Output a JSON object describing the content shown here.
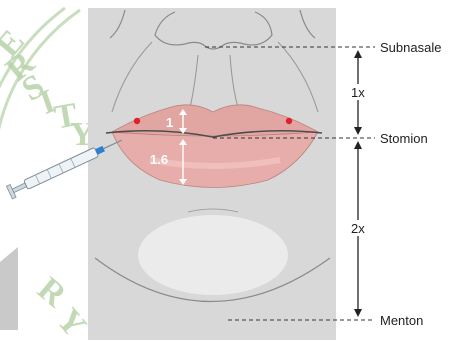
{
  "figure": {
    "watermark_letters": [
      "E",
      "R",
      "S",
      "I",
      "T",
      "Y",
      "R",
      "Y"
    ],
    "colors": {
      "panel": "#d9d9d9",
      "lips": "#e2a6a2",
      "lip_line": "#555555",
      "dot": "#e0202a",
      "measure": "#333333",
      "watermark": "#a9c99a"
    },
    "lip_ratio": {
      "upper": "1",
      "lower": "1.6"
    },
    "proportion": {
      "upper": "1x",
      "lower": "2x"
    },
    "landmarks": [
      "Subnasale",
      "Stomion",
      "Menton"
    ]
  }
}
